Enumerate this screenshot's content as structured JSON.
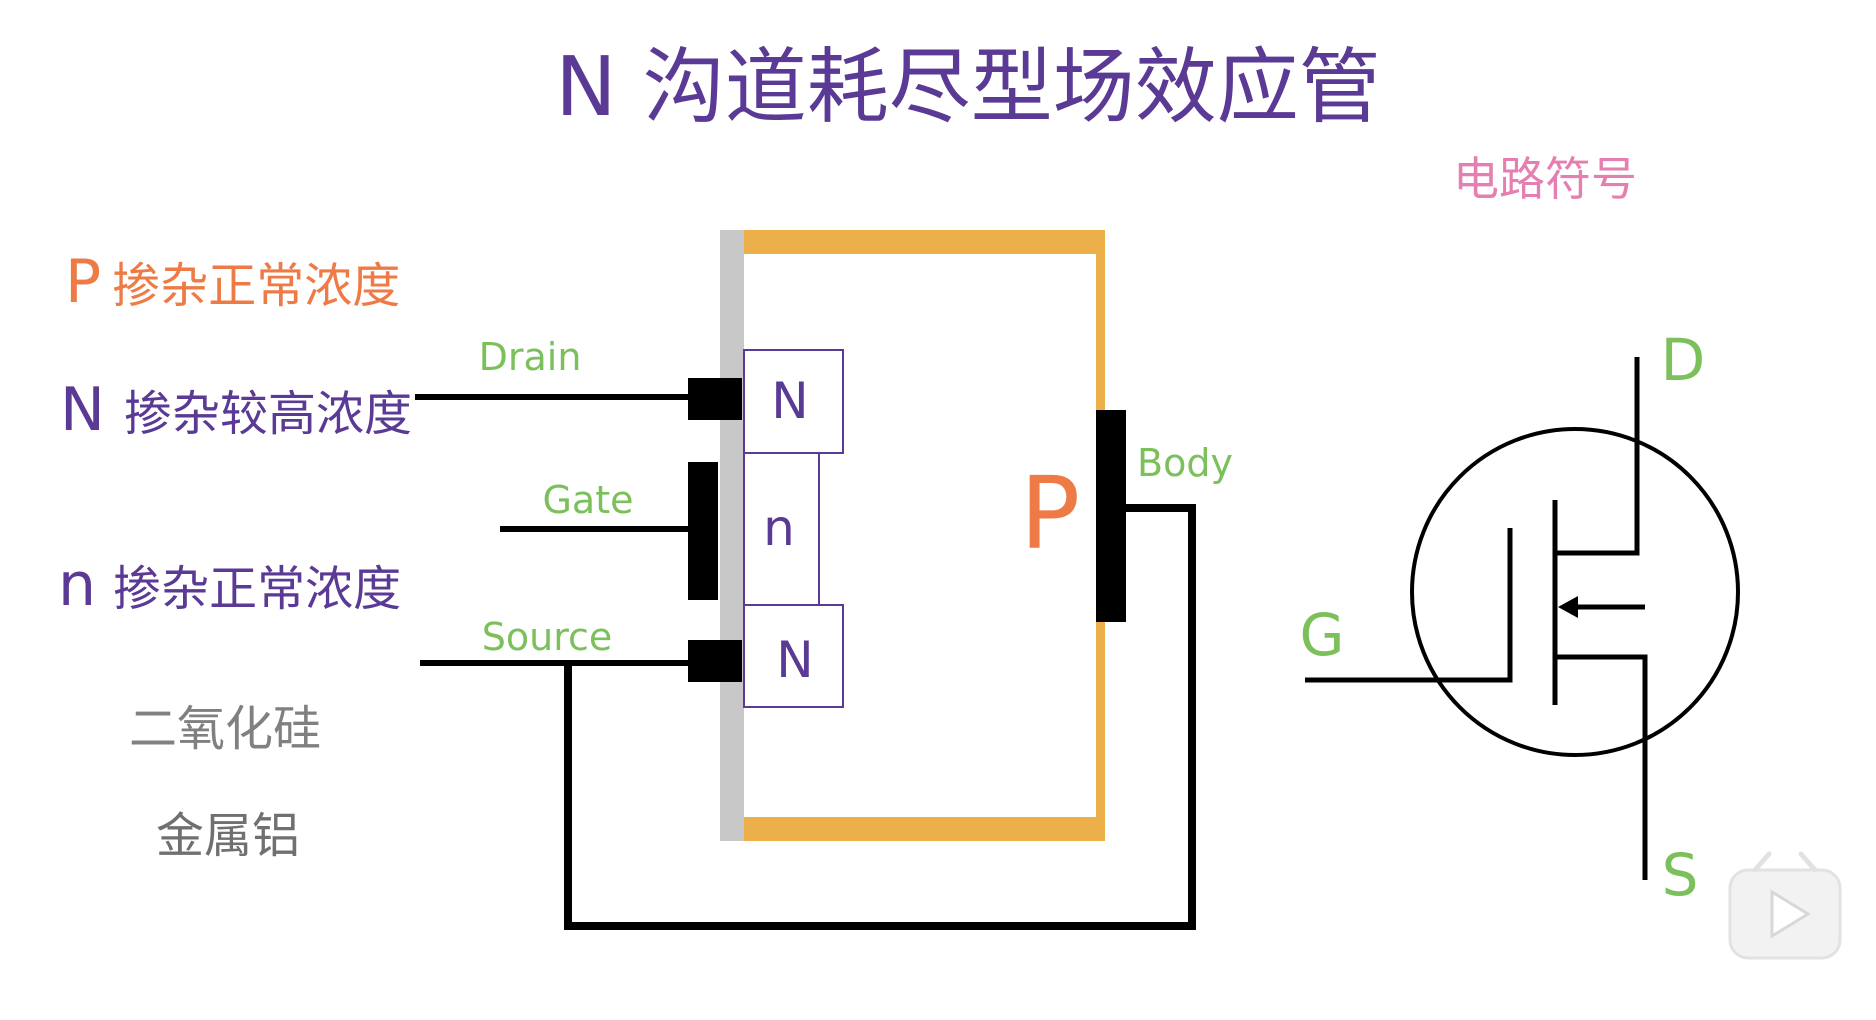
{
  "title": "N 沟道耗尽型场效应管",
  "symbol_heading": "电路符号",
  "legend": [
    {
      "key": "P",
      "text": "掺杂正常浓度",
      "color": "#ee7b45"
    },
    {
      "key": "N",
      "text": "掺杂较高浓度",
      "color": "#5a3a94"
    },
    {
      "key": "n",
      "text": "掺杂正常浓度",
      "color": "#5a3a94"
    },
    {
      "key": "",
      "text": "二氧化硅",
      "color": "#808080"
    },
    {
      "key": "",
      "text": "金属铝",
      "color": "#707070"
    }
  ],
  "terminals": {
    "drain": "Drain",
    "gate": "Gate",
    "source": "Source",
    "body": "Body"
  },
  "regions": {
    "drain_n": "N",
    "channel_n": "n",
    "source_n": "N",
    "substrate_p": "P"
  },
  "symbol_pins": {
    "d": "D",
    "g": "G",
    "s": "S"
  },
  "colors": {
    "title": "#5a3a94",
    "p_region": "#ee7b45",
    "n_region": "#5a3a94",
    "terminal_label": "#7cc05b",
    "symbol_heading": "#e57fb2",
    "oxide": "#c8c8c8",
    "p_border": "#ebb04a",
    "metal": "#000000"
  },
  "icons": [
    "play-icon"
  ]
}
